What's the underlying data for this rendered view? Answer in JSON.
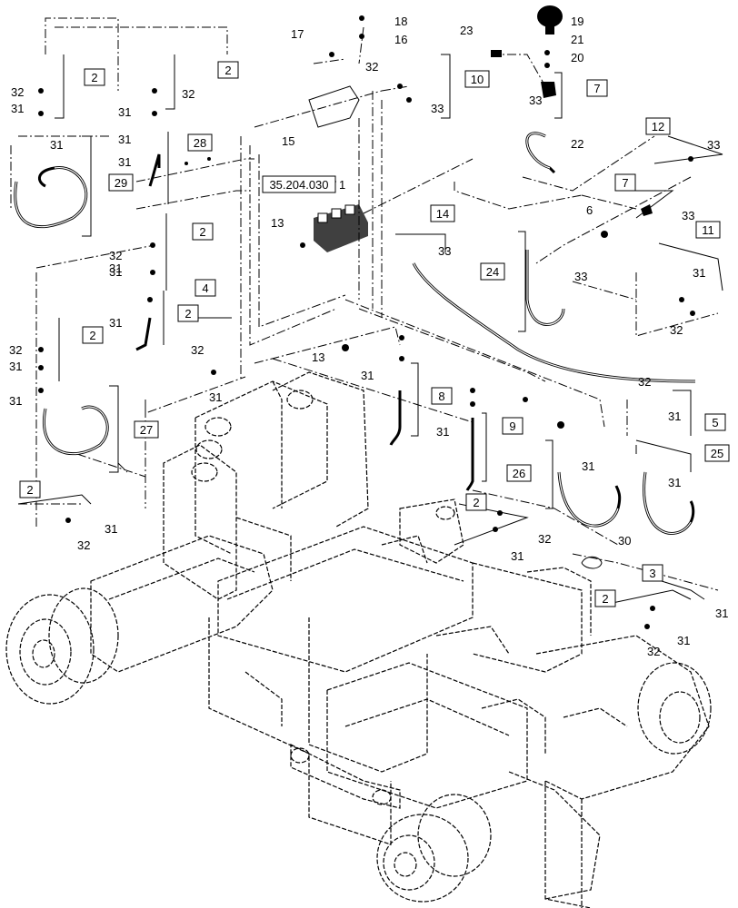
{
  "callouts_boxed": [
    "2",
    "2",
    "2",
    "2",
    "2",
    "2",
    "2",
    "2",
    "3",
    "4",
    "5",
    "7",
    "7",
    "8",
    "9",
    "10",
    "11",
    "12",
    "14",
    "24",
    "25",
    "26",
    "27",
    "28",
    "29",
    "35.204.030"
  ],
  "callouts_plain": [
    "1",
    "6",
    "13",
    "13",
    "15",
    "16",
    "17",
    "18",
    "19",
    "20",
    "21",
    "22",
    "23",
    "30",
    "31",
    "31",
    "31",
    "31",
    "31",
    "31",
    "31",
    "31",
    "31",
    "31",
    "31",
    "31",
    "31",
    "31",
    "31",
    "31",
    "31",
    "31",
    "31",
    "31",
    "31",
    "32",
    "32",
    "32",
    "32",
    "32",
    "32",
    "32",
    "32",
    "32",
    "32",
    "32",
    "33",
    "33",
    "33",
    "33",
    "33",
    "33"
  ],
  "colors": {
    "ink": "#000000",
    "paper": "#ffffff"
  }
}
